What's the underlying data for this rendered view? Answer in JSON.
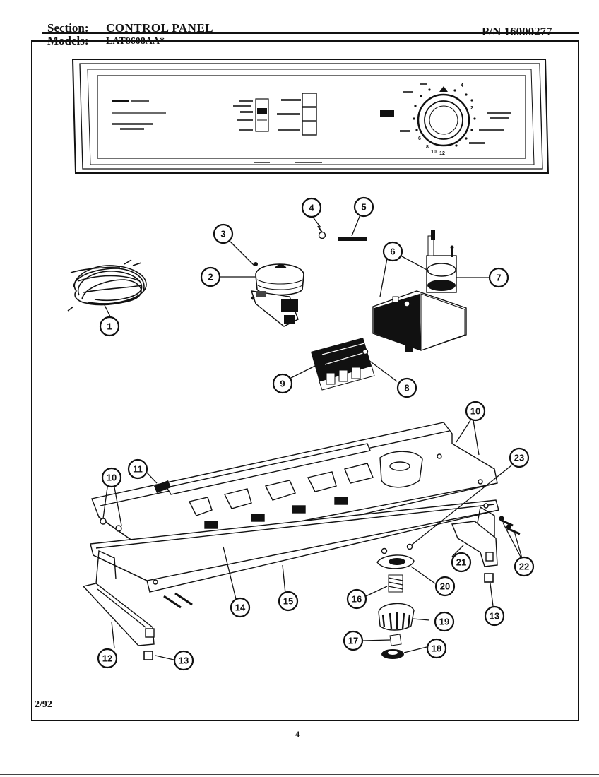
{
  "header": {
    "section_label": "Section:",
    "section_value": "CONTROL PANEL",
    "models_label": "Models:",
    "models_value": "LAT8608AA*",
    "part_number": "P/N 16000277"
  },
  "footer": {
    "date": "2/92",
    "page_number": "4"
  },
  "diagram": {
    "dial_numbers": [
      "2",
      "4",
      "6",
      "8",
      "10",
      "12"
    ],
    "callouts": [
      "1",
      "2",
      "3",
      "4",
      "5",
      "6",
      "7",
      "8",
      "9",
      "10",
      "10",
      "11",
      "12",
      "13",
      "13",
      "14",
      "15",
      "16",
      "17",
      "18",
      "19",
      "20",
      "21",
      "22",
      "23"
    ]
  }
}
